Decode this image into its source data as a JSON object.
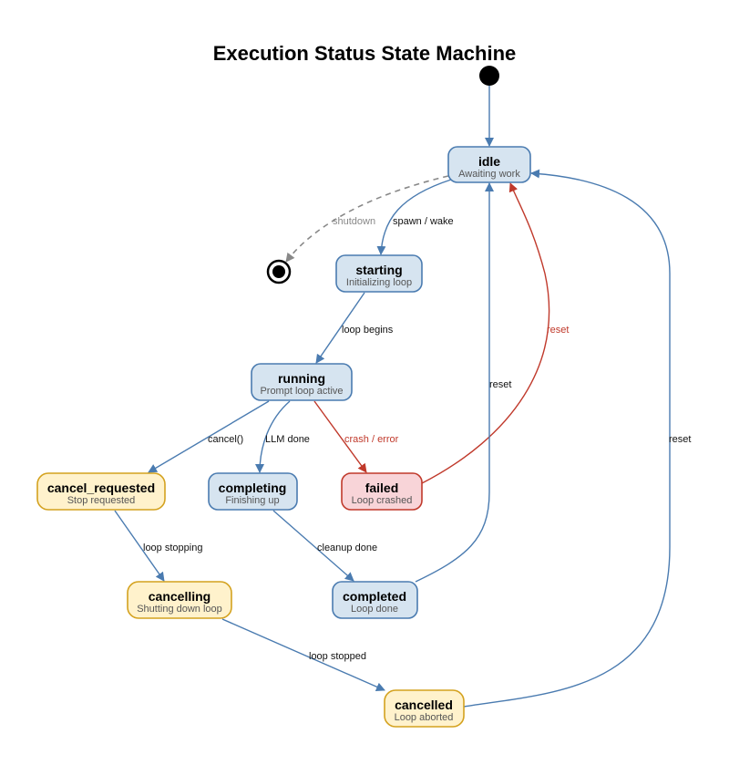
{
  "title": "Execution Status State Machine",
  "colors": {
    "blue_fill": "#d6e4f0",
    "blue_stroke": "#4a7bb0",
    "yellow_fill": "#fff2cc",
    "yellow_stroke": "#d4a21f",
    "red_fill": "#f8d4d8",
    "red_stroke": "#c0392b",
    "gray": "#888888"
  },
  "nodes": {
    "idle": {
      "name": "idle",
      "desc": "Awaiting work"
    },
    "starting": {
      "name": "starting",
      "desc": "Initializing loop"
    },
    "running": {
      "name": "running",
      "desc": "Prompt loop active"
    },
    "cancel_requested": {
      "name": "cancel_requested",
      "desc": "Stop requested"
    },
    "completing": {
      "name": "completing",
      "desc": "Finishing up"
    },
    "failed": {
      "name": "failed",
      "desc": "Loop crashed"
    },
    "cancelling": {
      "name": "cancelling",
      "desc": "Shutting down loop"
    },
    "completed": {
      "name": "completed",
      "desc": "Loop done"
    },
    "cancelled": {
      "name": "cancelled",
      "desc": "Loop aborted"
    }
  },
  "edges": {
    "idle_final": "shutdown",
    "idle_starting": "spawn / wake",
    "starting_running": "loop begins",
    "running_cancel_requested": "cancel()",
    "running_completing": "LLM done",
    "running_failed": "crash / error",
    "failed_idle": "reset",
    "completed_idle": "reset",
    "cancelled_idle": "reset",
    "cancel_requested_cancelling": "loop stopping",
    "completing_completed": "cleanup done",
    "cancelling_cancelled": "loop stopped"
  }
}
